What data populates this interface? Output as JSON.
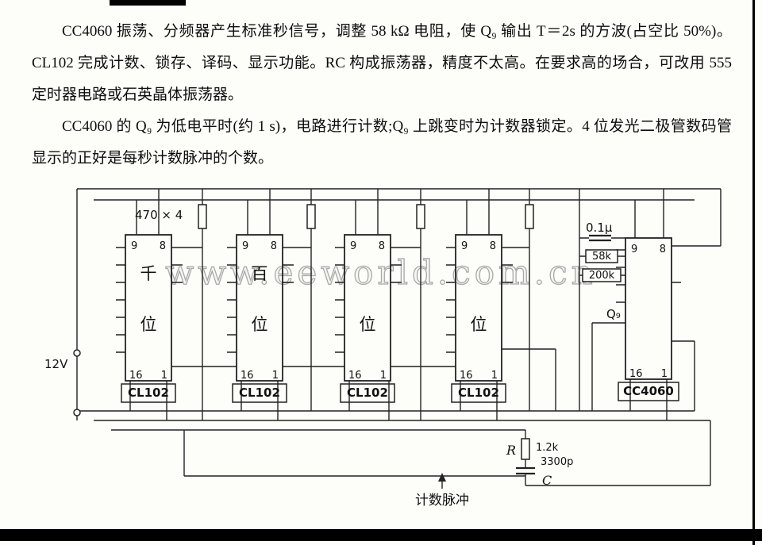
{
  "doc": {
    "paragraph1": "CC4060 振荡、分频器产生标准秒信号，调整 58 kΩ 电阻，使 Q₉ 输出 T＝2s 的方波(占空比 50%)。CL102 完成计数、锁存、译码、显示功能。RC 构成振荡器，精度不太高。在要求高的场合，可改用 555 定时器电路或石英晶体振荡器。",
    "paragraph2": "CC4060 的 Q₉ 为低电平时(约 1 s)，电路进行计数;Q₉ 上跳变时为计数器锁定。4 位发光二极管数码管显示的正好是每秒计数脉冲的个数。"
  },
  "schematic": {
    "watermark": "www.eeworld.com.cn",
    "resistor_bank_label": "470 × 4",
    "supply_label": "12V",
    "chips": [
      {
        "name": "CL102",
        "digit_top": "千",
        "digit_bottom": "位",
        "pin_tl": "9",
        "pin_tr": "8",
        "pin_bl": "16",
        "pin_br": "1"
      },
      {
        "name": "CL102",
        "digit_top": "百",
        "digit_bottom": "位",
        "pin_tl": "9",
        "pin_tr": "8",
        "pin_bl": "16",
        "pin_br": "1"
      },
      {
        "name": "CL102",
        "digit_top": "",
        "digit_bottom": "位",
        "pin_tl": "9",
        "pin_tr": "8",
        "pin_bl": "16",
        "pin_br": "1"
      },
      {
        "name": "CL102",
        "digit_top": "",
        "digit_bottom": "位",
        "pin_tl": "9",
        "pin_tr": "8",
        "pin_bl": "16",
        "pin_br": "1"
      },
      {
        "name": "CC4060",
        "pin_tl": "9",
        "pin_tr": "8",
        "pin_bl": "16",
        "pin_br": "1"
      }
    ],
    "cap_timing": "0.1μ",
    "res_58k": "58k",
    "res_200k": "200k",
    "q9": "Q₉",
    "res_r": "R",
    "res_r_value": "1.2k",
    "cap_c_value": "3300p",
    "cap_c": "C",
    "pulse_label": "计数脉冲"
  }
}
